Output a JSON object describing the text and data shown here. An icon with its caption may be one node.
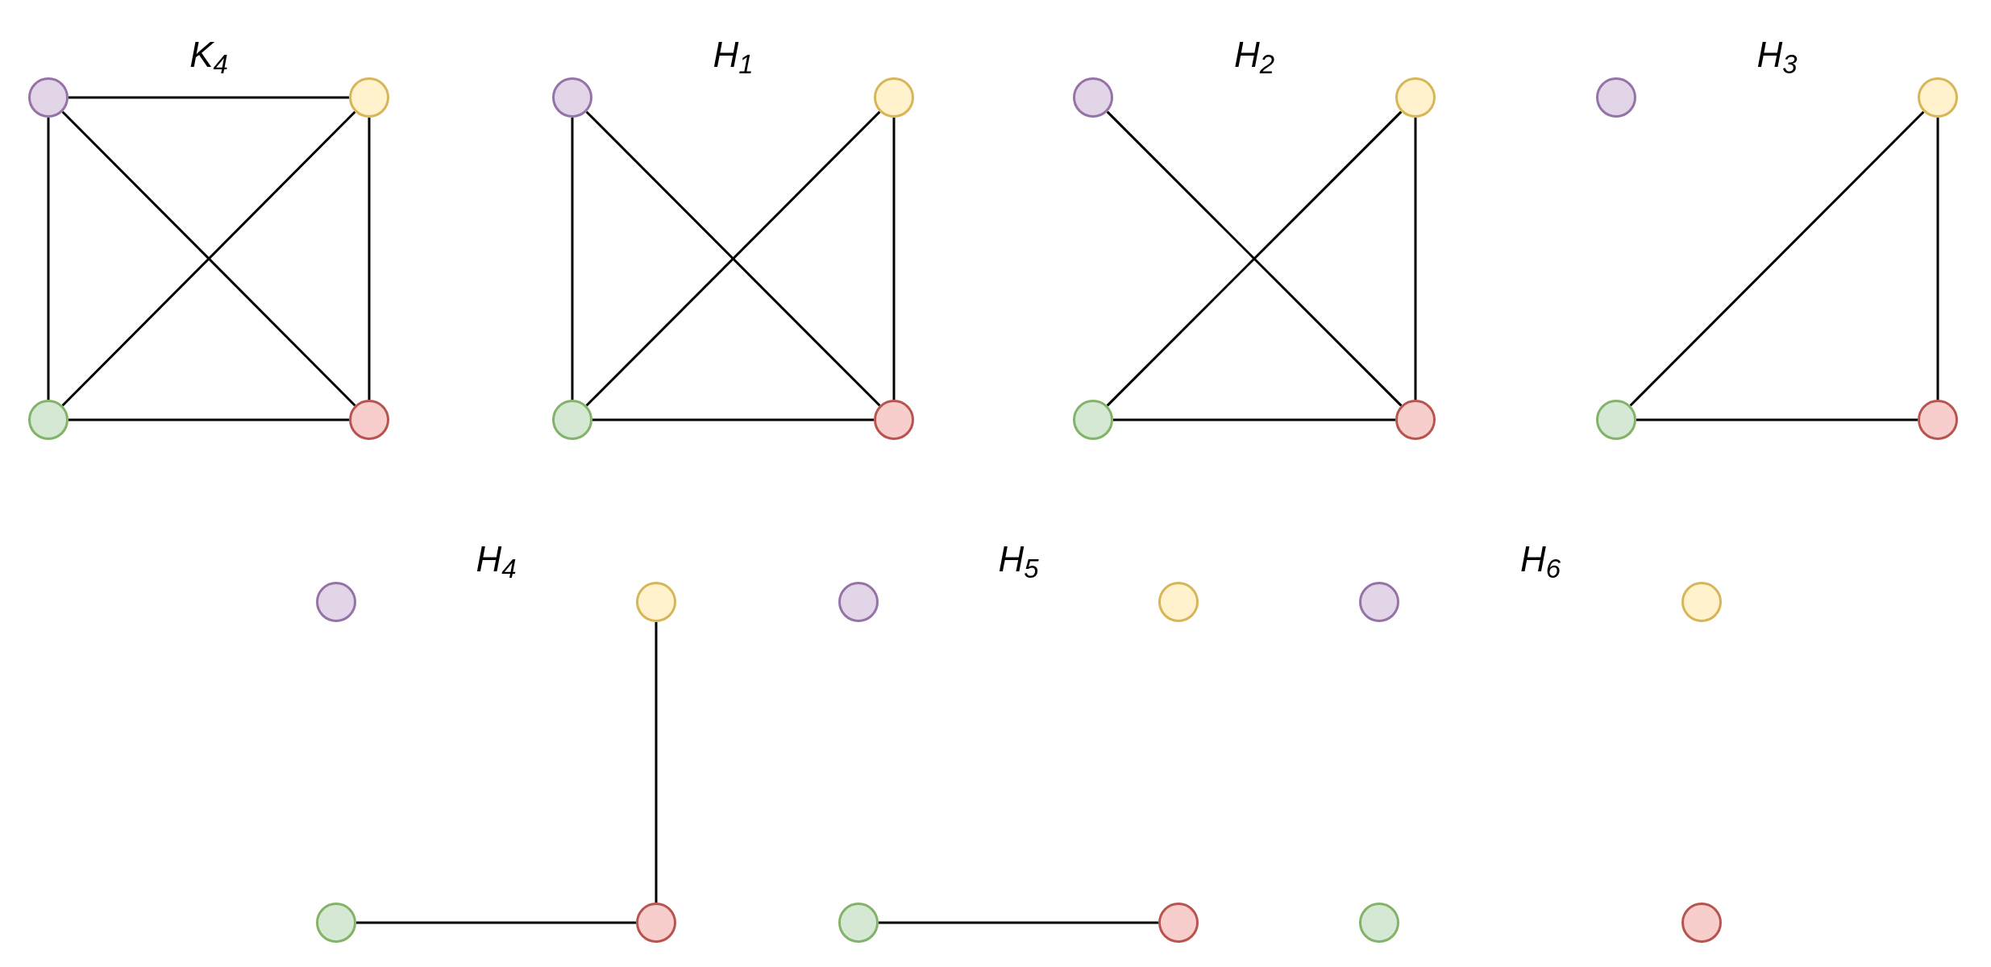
{
  "diagram": {
    "nodes": [
      {
        "text": [],
        "shape": "circle"
      },
      {
        "text": [],
        "shape": "circle"
      },
      {
        "text": [],
        "shape": "circle"
      },
      {
        "text": [],
        "shape": "circle"
      },
      {
        "text": [],
        "shape": "circle"
      },
      {
        "text": [],
        "shape": "circle"
      },
      {
        "text": [],
        "shape": "circle"
      },
      {
        "text": [],
        "shape": "circle"
      },
      {
        "text": [],
        "shape": "circle"
      },
      {
        "text": [],
        "shape": "circle"
      },
      {
        "text": [],
        "shape": "circle"
      },
      {
        "text": [],
        "shape": "circle"
      },
      {
        "text": [],
        "shape": "circle"
      },
      {
        "text": [],
        "shape": "circle"
      },
      {
        "text": [],
        "shape": "circle"
      },
      {
        "text": [],
        "shape": "circle"
      },
      {
        "text": [],
        "shape": "circle"
      },
      {
        "text": [],
        "shape": "circle"
      },
      {
        "text": [],
        "shape": "circle"
      },
      {
        "text": [],
        "shape": "circle"
      },
      {
        "text": [],
        "shape": "circle"
      },
      {
        "text": [],
        "shape": "circle"
      },
      {
        "text": [],
        "shape": "circle"
      },
      {
        "text": [],
        "shape": "circle"
      },
      {
        "text": [],
        "shape": "circle"
      },
      {
        "text": [],
        "shape": "circle"
      },
      {
        "text": [],
        "shape": "circle"
      },
      {
        "text": [],
        "shape": "circle"
      }
    ],
    "edges": [
      {
        "from": 0,
        "to": 1,
        "arrow": "none"
      },
      {
        "from": 0,
        "to": 2,
        "arrow": "none"
      },
      {
        "from": 0,
        "to": 3,
        "arrow": "none"
      },
      {
        "from": 1,
        "to": 2,
        "arrow": "none"
      },
      {
        "from": 1,
        "to": 3,
        "arrow": "none"
      },
      {
        "from": 2,
        "to": 3,
        "arrow": "none"
      },
      {
        "from": 4,
        "to": 6,
        "arrow": "none"
      },
      {
        "from": 4,
        "to": 7,
        "arrow": "none"
      },
      {
        "from": 5,
        "to": 6,
        "arrow": "none"
      },
      {
        "from": 5,
        "to": 7,
        "arrow": "none"
      },
      {
        "from": 6,
        "to": 7,
        "arrow": "none"
      },
      {
        "from": 8,
        "to": 11,
        "arrow": "none"
      },
      {
        "from": 9,
        "to": 10,
        "arrow": "none"
      },
      {
        "from": 9,
        "to": 11,
        "arrow": "none"
      },
      {
        "from": 10,
        "to": 11,
        "arrow": "none"
      },
      {
        "from": 13,
        "to": 14,
        "arrow": "none"
      },
      {
        "from": 13,
        "to": 15,
        "arrow": "none"
      },
      {
        "from": 14,
        "to": 15,
        "arrow": "none"
      },
      {
        "from": 17,
        "to": 19,
        "arrow": "none"
      },
      {
        "from": 18,
        "to": 19,
        "arrow": "none"
      },
      {
        "from": 22,
        "to": 23,
        "arrow": "none"
      }
    ],
    "labels": [
      "K$_{4}$",
      "H$_{1}$",
      "H$_{2}$",
      "H$_{3}$",
      "H$_{4}$",
      "H$_{5}$",
      "H$_{6}$"
    ]
  }
}
